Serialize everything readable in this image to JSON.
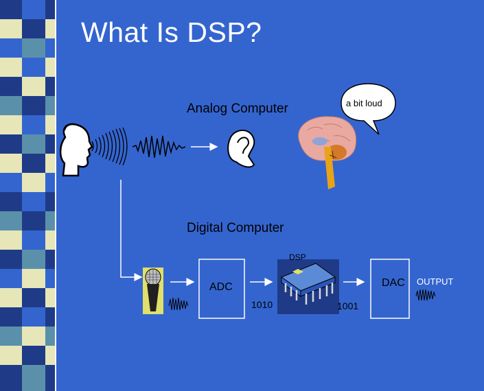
{
  "title": "What Is DSP?",
  "analog": {
    "label": "Analog Computer",
    "speech_bubble": "a bit loud"
  },
  "digital": {
    "label": "Digital Computer",
    "dsp_label": "DSP",
    "adc_label": "ADC",
    "dac_label": "DAC",
    "output_label": "OUTPUT",
    "adc_out_code": "1010",
    "dsp_out_code": "1001"
  },
  "colors": {
    "slide_bg": "#3465cf",
    "strip_light": "#e6e6b8",
    "strip_dark": "#1f3b87",
    "strip_teal": "#5b90aa",
    "strip_blue": "#3465cf",
    "brain": "#e9a9a0",
    "brainstem": "#e8a317",
    "chip": "#5b8bd6"
  }
}
